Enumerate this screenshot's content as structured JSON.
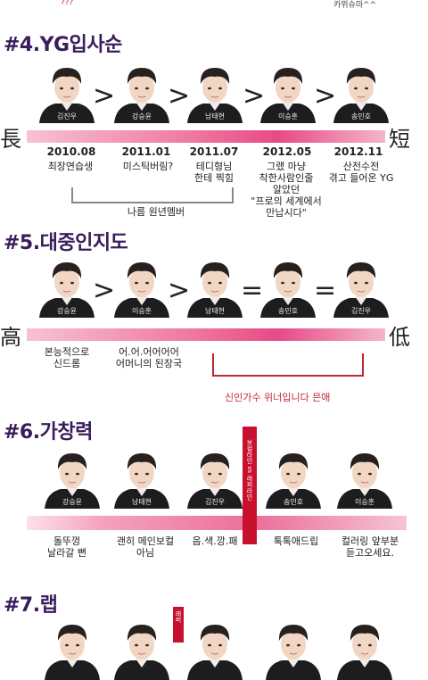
{
  "top_notes": {
    "left": "???",
    "right": "카뮈슈마^^"
  },
  "sections": {
    "s4": {
      "title": "#4.YG입사순",
      "names": [
        "김진우",
        "강승윤",
        "남태현",
        "이승훈",
        "송민호"
      ],
      "operators": [
        ">",
        ">",
        ">",
        ">"
      ],
      "left_end": "長",
      "right_end": "短",
      "dates": [
        "2010.08",
        "2011.01",
        "2011.07",
        "2012.05",
        "2012.11"
      ],
      "notes": [
        "최장연습생",
        "미스틱버림?",
        "테디형님\n한테 찍힘",
        "그랬 마냥\n착한사람인줄\n알았던\n\"프로의 세계에서\n만납시다\"",
        "산전수전\n겪고 들어온 YG"
      ],
      "bracket_label": "나름 원년멤버"
    },
    "s5": {
      "title": "#5.대중인지도",
      "names": [
        "강승윤",
        "이승훈",
        "남태현",
        "송민호",
        "김진우"
      ],
      "operators": [
        ">",
        ">",
        "=",
        "="
      ],
      "left_end": "高",
      "right_end": "低",
      "notes": [
        "본능적으로\n신드롬",
        "어.어.어어어어\n어머니의 된장국"
      ],
      "bracket_label": "신인가수 위너입니다 믄애"
    },
    "s6": {
      "title": "#6.가창력",
      "names": [
        "강승윤",
        "남태현",
        "김진우",
        "송민호",
        "이승훈"
      ],
      "notes": [
        "돌뚜껑\n날라갈 뻔",
        "괜히 메인보컬\n아님",
        "음.색.깡.패",
        "톡톡애드립",
        "컬러링 앞부분\n듣고오세요."
      ],
      "divider_text": "보컬라인 vs 래퍼라인"
    },
    "s7": {
      "title": "#7.랩",
      "divider_text": "래퍼"
    }
  }
}
